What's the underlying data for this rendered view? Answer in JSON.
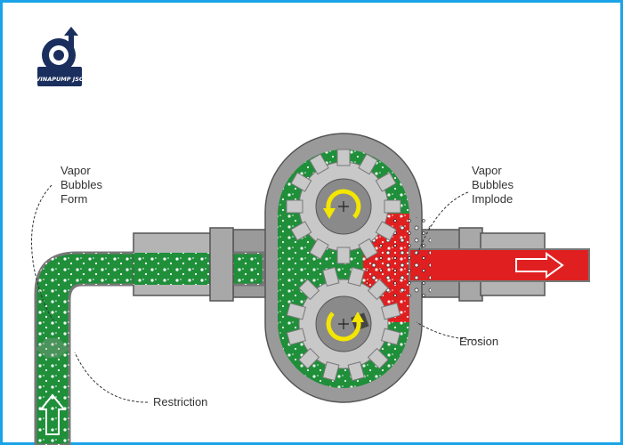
{
  "logo": {
    "text": "VINAPUMP JSC",
    "brand_color": "#1b2f5e"
  },
  "labels": {
    "vapor_form": [
      "Vapor",
      "Bubbles",
      "Form"
    ],
    "vapor_implode": [
      "Vapor",
      "Bubbles",
      "Implode"
    ],
    "erosion": "Erosion",
    "restriction": "Restriction"
  },
  "colors": {
    "frame": "#1aa3e8",
    "liquid_inlet": "#1f8f3a",
    "liquid_outlet": "#e02020",
    "housing": "#9a9a9a",
    "gear": "#c8c8c8",
    "hub": "#8a8a8a",
    "arrow": "#f4e600"
  },
  "icons": [
    "pump-logo-icon",
    "flow-arrow-icon",
    "rotation-arrow-icon"
  ]
}
